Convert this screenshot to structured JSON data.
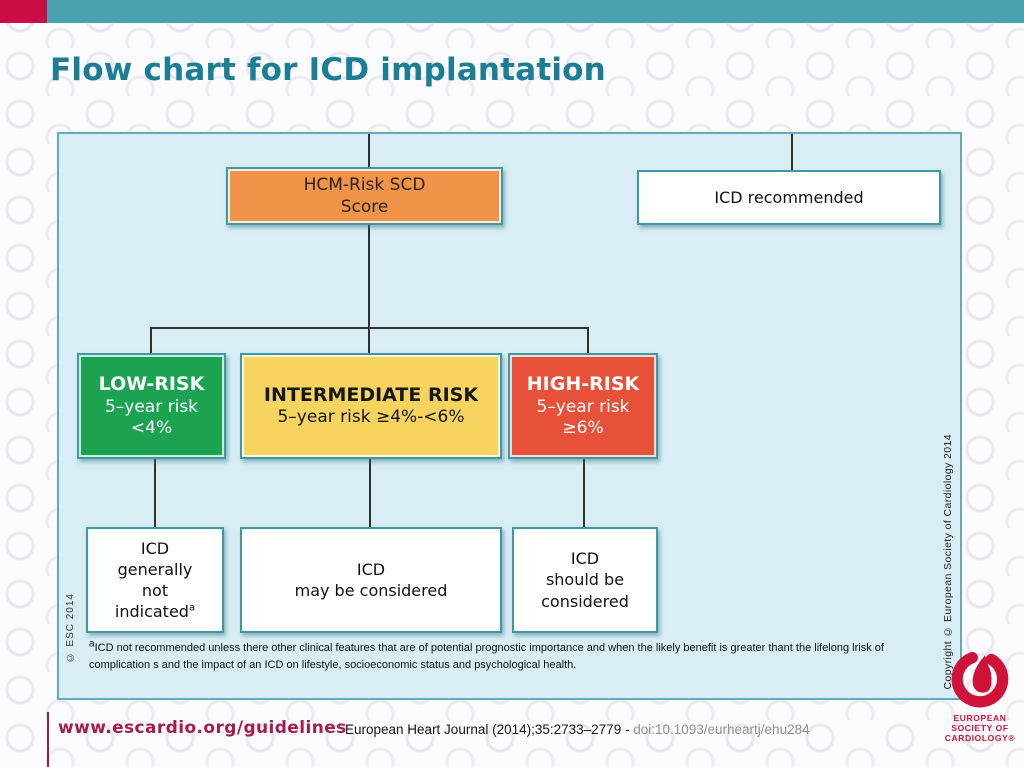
{
  "title": "Flow chart for ICD implantation",
  "flowchart": {
    "score_box": {
      "line1": "HCM-Risk SCD",
      "line2": "Score"
    },
    "recommended_box": {
      "label": "ICD recommended"
    },
    "risk_low": {
      "title": "LOW-RISK",
      "line2": "5–year risk",
      "line3": "<4%"
    },
    "risk_intermediate": {
      "title": "INTERMEDIATE RISK",
      "line2": "5–year risk ≥4%-<6%"
    },
    "risk_high": {
      "title": "HIGH-RISK",
      "line2": "5–year risk",
      "line3": "≥6%"
    },
    "outcome_low": {
      "line1": "ICD",
      "line2": "generally",
      "line3": "not",
      "line4": "indicated",
      "line4_sup": "a"
    },
    "outcome_intermediate": {
      "line1": "ICD",
      "line2": "may be considered"
    },
    "outcome_high": {
      "line1": "ICD",
      "line2": "should be",
      "line3": "considered"
    },
    "footnote": {
      "sup": "a",
      "text": "ICD not recommended unless there other clinical features that are of potential prognostic importance and when the likely benefit is greater thant the lifelong lrisk of complication s and the impact of an ICD on lifestyle, socioeconomic status and psychological health."
    },
    "copyright_left": "© ESC 2014",
    "copyright_right": "Copyright © European Society of Cardiology 2014"
  },
  "footer": {
    "website": "www.escardio.org/guidelines",
    "journal": "European Heart Journal (2014);35:2733–2779 - ",
    "doi": "doi:10.1093/eurheartj/ehu284"
  },
  "logo": {
    "line1": "EUROPEAN",
    "line2": "SOCIETY OF",
    "line3": "CARDIOLOGY®"
  },
  "colors": {
    "top_bar_teal": "#4aa2b1",
    "accent_crimson": "#cb0e45",
    "title_teal": "#1b7e95",
    "chart_background": "#d8eef4",
    "chart_border": "#63aaba",
    "box_border_teal": "#3e98a8",
    "score_orange": "#f0944a",
    "risk_green": "#1ca351",
    "risk_yellow": "#f6d45f",
    "risk_red": "#e75039",
    "website_crimson": "#a51c4e",
    "logo_red": "#cf1237"
  }
}
